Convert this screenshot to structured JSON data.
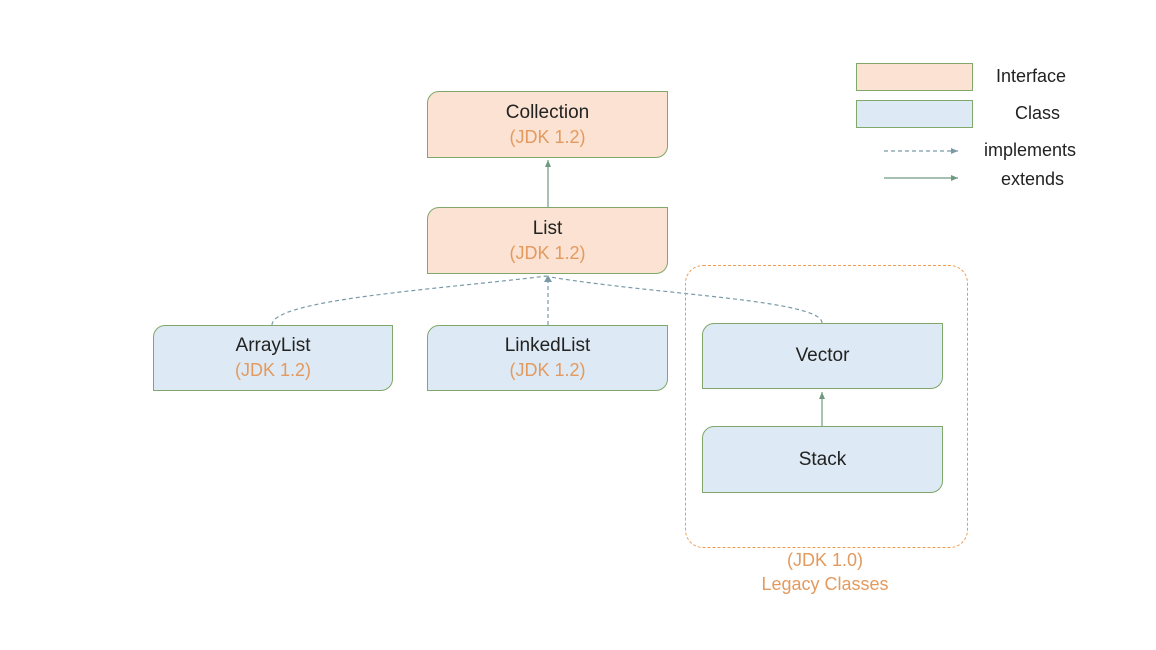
{
  "nodes": {
    "collection": {
      "name": "Collection",
      "version": "(JDK 1.2)",
      "kind": "interface"
    },
    "list": {
      "name": "List",
      "version": "(JDK 1.2)",
      "kind": "interface"
    },
    "arraylist": {
      "name": "ArrayList",
      "version": "(JDK 1.2)",
      "kind": "class"
    },
    "linkedlist": {
      "name": "LinkedList",
      "version": "(JDK 1.2)",
      "kind": "class"
    },
    "vector": {
      "name": "Vector",
      "kind": "class"
    },
    "stack": {
      "name": "Stack",
      "kind": "class"
    }
  },
  "legacy_group": {
    "version": "(JDK 1.0)",
    "label": "Legacy Classes"
  },
  "edges": [
    {
      "from": "List",
      "to": "Collection",
      "type": "extends"
    },
    {
      "from": "ArrayList",
      "to": "List",
      "type": "implements"
    },
    {
      "from": "LinkedList",
      "to": "List",
      "type": "implements"
    },
    {
      "from": "Vector",
      "to": "List",
      "type": "implements"
    },
    {
      "from": "Stack",
      "to": "Vector",
      "type": "extends"
    }
  ],
  "legend": {
    "interface": "Interface",
    "class": "Class",
    "implements": "implements",
    "extends": "extends"
  },
  "colors": {
    "interface_fill": "#fbe2d2",
    "class_fill": "#dde9f4",
    "border": "#7fa86a",
    "version_text": "#e39a5e",
    "legacy_border": "#ef9b4e",
    "implements_line": "#7a9aa8",
    "extends_line": "#6f9a80"
  }
}
